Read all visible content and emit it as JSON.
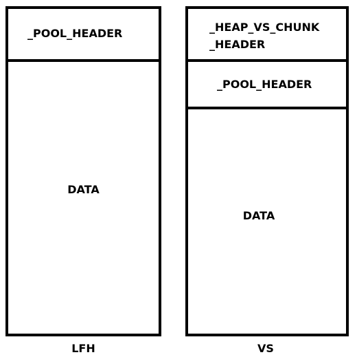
{
  "lfh": {
    "pool_header": "_POOL_HEADER",
    "data": "DATA",
    "caption": "LFH"
  },
  "vs": {
    "heap_header_line1": "_HEAP_VS_CHUNK",
    "heap_header_line2": "_HEADER",
    "pool_header": "_POOL_HEADER",
    "data": "DATA",
    "caption": "VS"
  }
}
